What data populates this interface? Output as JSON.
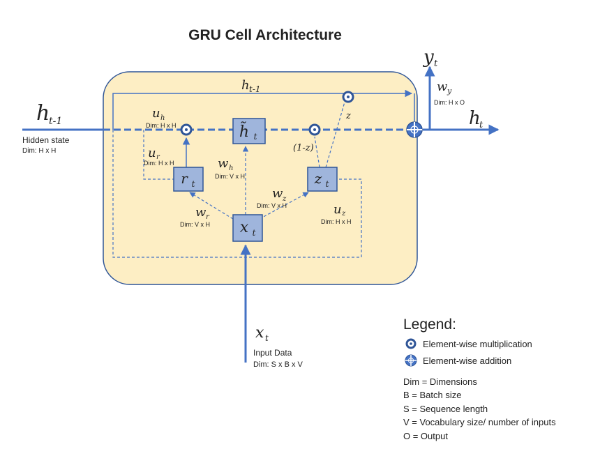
{
  "title": "GRU Cell Architecture",
  "colors": {
    "cell_fill": "#fdeec4",
    "cell_stroke": "#2f5597",
    "arrow": "#4472c4",
    "gate_fill": "#9fb5dc",
    "gate_stroke": "#2f5597",
    "text": "#222222"
  },
  "inputs": {
    "h_prev_symbol": "h",
    "h_prev_sub": "t-1",
    "hidden_state_label": "Hidden state",
    "hidden_state_dim": "Dim: H  x  H",
    "x_symbol": "x",
    "x_sub": "t",
    "input_data_label": "Input Data",
    "input_data_dim": "Dim: S  x  B  x  V"
  },
  "outputs": {
    "y_symbol": "y",
    "y_sub": "t",
    "wy_symbol": "w",
    "wy_sub": "y",
    "wy_dim": "Dim: H x O",
    "h_symbol": "h",
    "h_sub": "t"
  },
  "gates": {
    "r": {
      "symbol": "r",
      "sub": "t"
    },
    "z": {
      "symbol": "z",
      "sub": "t"
    },
    "h_tilde": {
      "symbol": "h̃",
      "sub": "t"
    },
    "x": {
      "symbol": "x",
      "sub": "t"
    }
  },
  "weights": {
    "uh": {
      "symbol": "u",
      "sub": "h",
      "dim": "Dim: H x H"
    },
    "ur": {
      "symbol": "u",
      "sub": "r",
      "dim": "Dim: H x H"
    },
    "wh": {
      "symbol": "w",
      "sub": "h",
      "dim": "Dim: V x H"
    },
    "wz": {
      "symbol": "w",
      "sub": "z",
      "dim": "Dim: V x H"
    },
    "wr": {
      "symbol": "w",
      "sub": "r",
      "dim": "Dim: V  x H"
    },
    "uz": {
      "symbol": "u",
      "sub": "z",
      "dim": "Dim: H x H"
    }
  },
  "labels": {
    "h_top_symbol": "h",
    "h_top_sub": "t-1",
    "z_label": "z",
    "one_minus_z": "(1-z)"
  },
  "legend": {
    "title": "Legend:",
    "items": [
      {
        "icon": "multiply-icon",
        "label": "Element-wise multiplication"
      },
      {
        "icon": "add-icon",
        "label": "Element-wise addition"
      }
    ],
    "definitions": [
      "Dim = Dimensions",
      "B  =  Batch size",
      "S  =  Sequence length",
      "V  = Vocabulary size/ number of inputs",
      "O  = Output"
    ]
  }
}
